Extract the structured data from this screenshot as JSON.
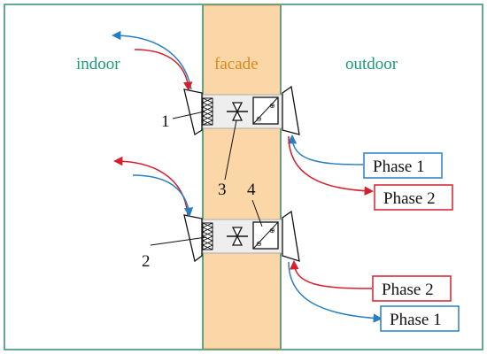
{
  "zones": {
    "indoor": "indoor",
    "facade": "facade",
    "outdoor": "outdoor"
  },
  "components": {
    "label_1": "1",
    "label_2": "2",
    "label_3": "3",
    "label_4": "4"
  },
  "phases": {
    "top_phase_1": "Phase 1",
    "top_phase_2": "Phase 2",
    "bottom_phase_2": "Phase 2",
    "bottom_phase_1": "Phase 1"
  },
  "colors": {
    "frame_green": "#2e8b6a",
    "zone_text_green": "#1a9a78",
    "facade_fill": "#fbd6a6",
    "facade_border": "#e2a15a",
    "facade_text": "#d98a1f",
    "phase_1_blue": "#2a7fc0",
    "phase_2_red": "#d4202c"
  },
  "icons": {
    "filter": "filter-icon",
    "valve": "valve-icon",
    "heat_exchanger": "heat-exchanger-icon",
    "louver": "louver-icon"
  }
}
